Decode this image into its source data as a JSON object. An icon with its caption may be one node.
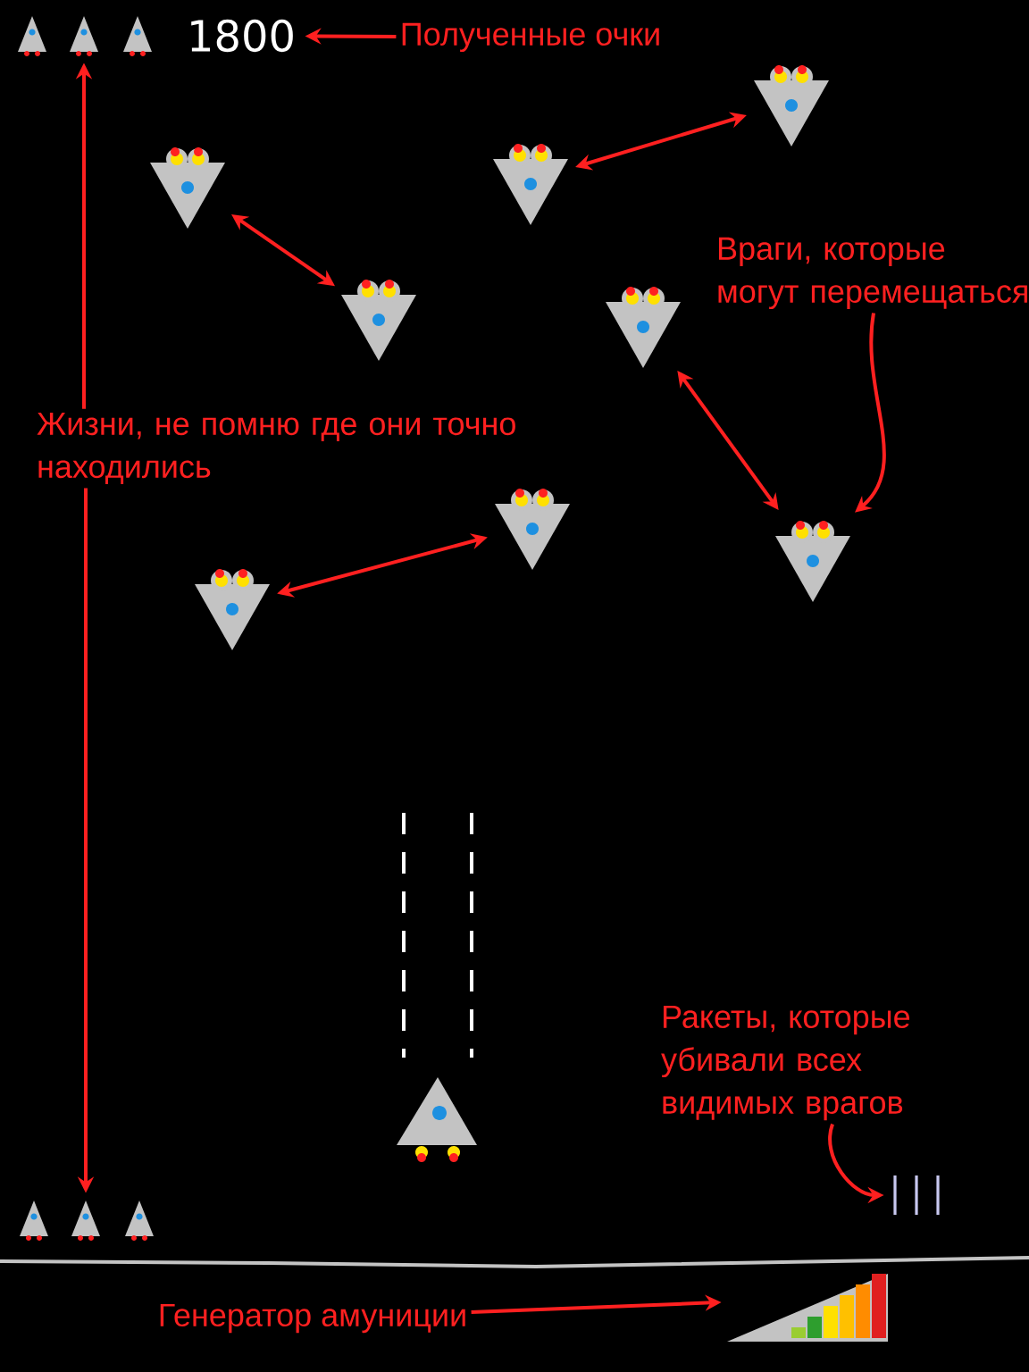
{
  "diagram": {
    "nodes": [
      {
        "text": [],
        "shape": "picture"
      },
      {
        "text": [],
        "shape": "picture"
      },
      {
        "text": [],
        "shape": "picture"
      },
      {
        "text": [
          "1800"
        ]
      },
      {
        "text": [
          "Полученные очки"
        ]
      },
      {
        "text": [],
        "shape": "picture"
      },
      {
        "text": [],
        "shape": "picture"
      },
      {
        "text": [],
        "shape": "picture"
      },
      {
        "text": [
          "Враги, которые могут перемещаться"
        ]
      },
      {
        "text": [],
        "shape": "picture"
      },
      {
        "text": [],
        "shape": "picture"
      },
      {
        "text": [
          "Жизни, не помню где они точно находились"
        ]
      },
      {
        "text": [],
        "shape": "picture"
      },
      {
        "text": [],
        "shape": "picture"
      },
      {
        "text": [],
        "shape": "picture"
      },
      {
        "text": [
          "Ракеты, которые убивали всех видимых врагов"
        ]
      },
      {
        "text": [],
        "shape": "picture"
      },
      {
        "text": [],
        "shape": "picture"
      },
      {
        "text": [],
        "shape": "picture"
      },
      {
        "text": [],
        "shape": "picture"
      },
      {
        "text": [
          "Генератор амуниции"
        ]
      },
      {
        "text": [],
        "shape": "picture"
      }
    ],
    "edges": [
      {
        "from": 4,
        "to": 3,
        "arrow": "to"
      },
      {
        "from": 11,
        "to": 1,
        "arrow": "to"
      },
      {
        "from": 11,
        "to": 17,
        "arrow": "to"
      },
      {
        "from": 6,
        "to": 9,
        "arrow": "both"
      },
      {
        "from": 7,
        "to": 5,
        "arrow": "both"
      },
      {
        "from": 10,
        "to": 13,
        "arrow": "both"
      },
      {
        "from": 14,
        "to": 12,
        "arrow": "both"
      },
      {
        "from": 8,
        "to": 13,
        "arrow": "to"
      },
      {
        "from": 15,
        "to": 19,
        "arrow": "to"
      },
      {
        "from": 20,
        "to": 21,
        "arrow": "to"
      }
    ]
  }
}
